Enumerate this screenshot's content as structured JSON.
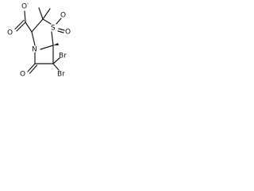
{
  "atoms": {
    "o_carboxylate_top": "O",
    "o_carboxylate_charge": "-",
    "o_carboxylate_bottom": "O",
    "sulfur": "S",
    "o_sulfone_up": "O",
    "o_sulfone_right": "O",
    "nitrogen": "N",
    "bromine_upper": "Br",
    "bromine_lower": "Br",
    "o_lactam": "O"
  },
  "colors": {
    "bond": "#1a1a1a",
    "text": "#111111",
    "background": "#ffffff"
  }
}
